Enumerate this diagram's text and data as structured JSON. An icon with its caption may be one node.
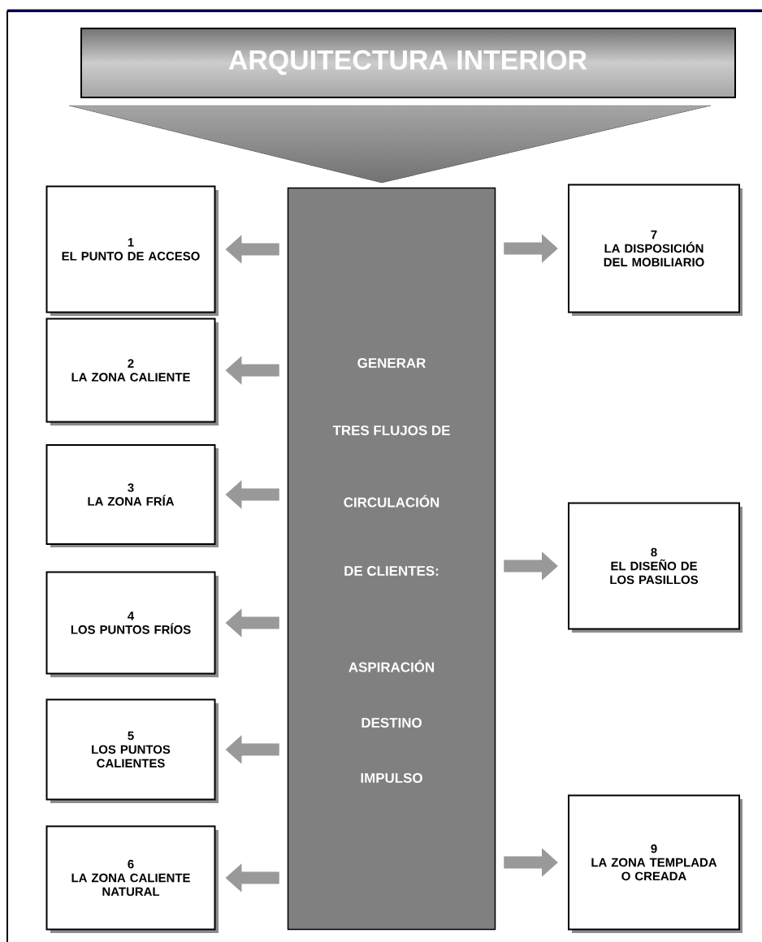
{
  "diagram": {
    "nodes": [
      {
        "text": [
          "ARQUITECTURA INTERIOR"
        ]
      },
      {
        "text": [
          "GENERAR",
          "TRES FLUJOS DE",
          "CIRCULACIÓN",
          "DE CLIENTES:",
          "ASPIRACIÓN",
          "DESTINO",
          "IMPULSO"
        ]
      },
      {
        "text": [
          "1",
          "EL PUNTO DE ACCESO"
        ]
      },
      {
        "text": [
          "2",
          "LA ZONA CALIENTE"
        ]
      },
      {
        "text": [
          "3",
          "LA ZONA FRÍA"
        ]
      },
      {
        "text": [
          "4",
          "LOS PUNTOS FRÍOS"
        ]
      },
      {
        "text": [
          "5",
          "LOS PUNTOS CALIENTES"
        ]
      },
      {
        "text": [
          "6",
          "LA ZONA CALIENTE NATURAL"
        ]
      },
      {
        "text": [
          "7",
          "LA DISPOSICIÓN DEL MOBILIARIO"
        ]
      },
      {
        "text": [
          "8",
          "EL DISEÑO DE LOS PASILLOS"
        ]
      },
      {
        "text": [
          "9",
          "LA ZONA TEMPLADA O CREADA"
        ]
      }
    ],
    "edges": [
      {
        "from": 1,
        "to": 2,
        "arrow": "to"
      },
      {
        "from": 1,
        "to": 3,
        "arrow": "to"
      },
      {
        "from": 1,
        "to": 4,
        "arrow": "to"
      },
      {
        "from": 1,
        "to": 5,
        "arrow": "to"
      },
      {
        "from": 1,
        "to": 6,
        "arrow": "to"
      },
      {
        "from": 1,
        "to": 7,
        "arrow": "to"
      },
      {
        "from": 1,
        "to": 8,
        "arrow": "to"
      },
      {
        "from": 1,
        "to": 9,
        "arrow": "to"
      },
      {
        "from": 1,
        "to": 10,
        "arrow": "to"
      }
    ]
  }
}
